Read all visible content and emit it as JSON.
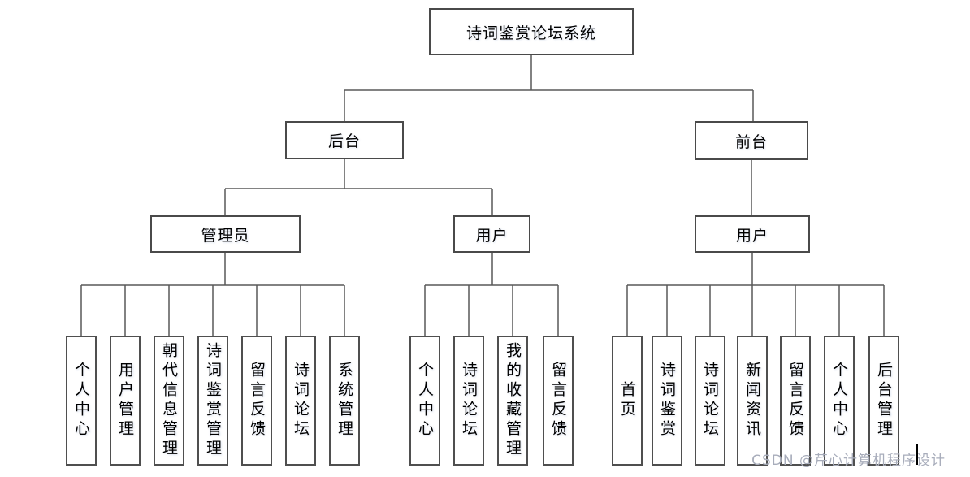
{
  "title": "诗词鉴赏论坛系统",
  "tree": {
    "root": {
      "label": "诗词鉴赏论坛系统"
    },
    "backend": {
      "label": "后台"
    },
    "frontend": {
      "label": "前台"
    },
    "admin": {
      "label": "管理员"
    },
    "backend_user": {
      "label": "用户"
    },
    "frontend_user": {
      "label": "用户"
    },
    "admin_children": [
      "个人中心",
      "用户管理",
      "朝代信息管理",
      "诗词鉴赏管理",
      "留言反馈",
      "诗词论坛",
      "系统管理"
    ],
    "backend_user_children": [
      "个人中心",
      "诗词论坛",
      "我的收藏管理",
      "留言反馈"
    ],
    "frontend_user_children": [
      "首页",
      "诗词鉴赏",
      "诗词论坛",
      "新闻资讯",
      "留言反馈",
      "个人中心",
      "后台管理"
    ]
  },
  "watermark": "CSDN @芹心计算机程序设计",
  "colors": {
    "background": "#ffffff",
    "box_border": "#4a4a4a",
    "connector_line": "#595959",
    "text": "#000000",
    "watermark_text": "#a8adbb"
  }
}
